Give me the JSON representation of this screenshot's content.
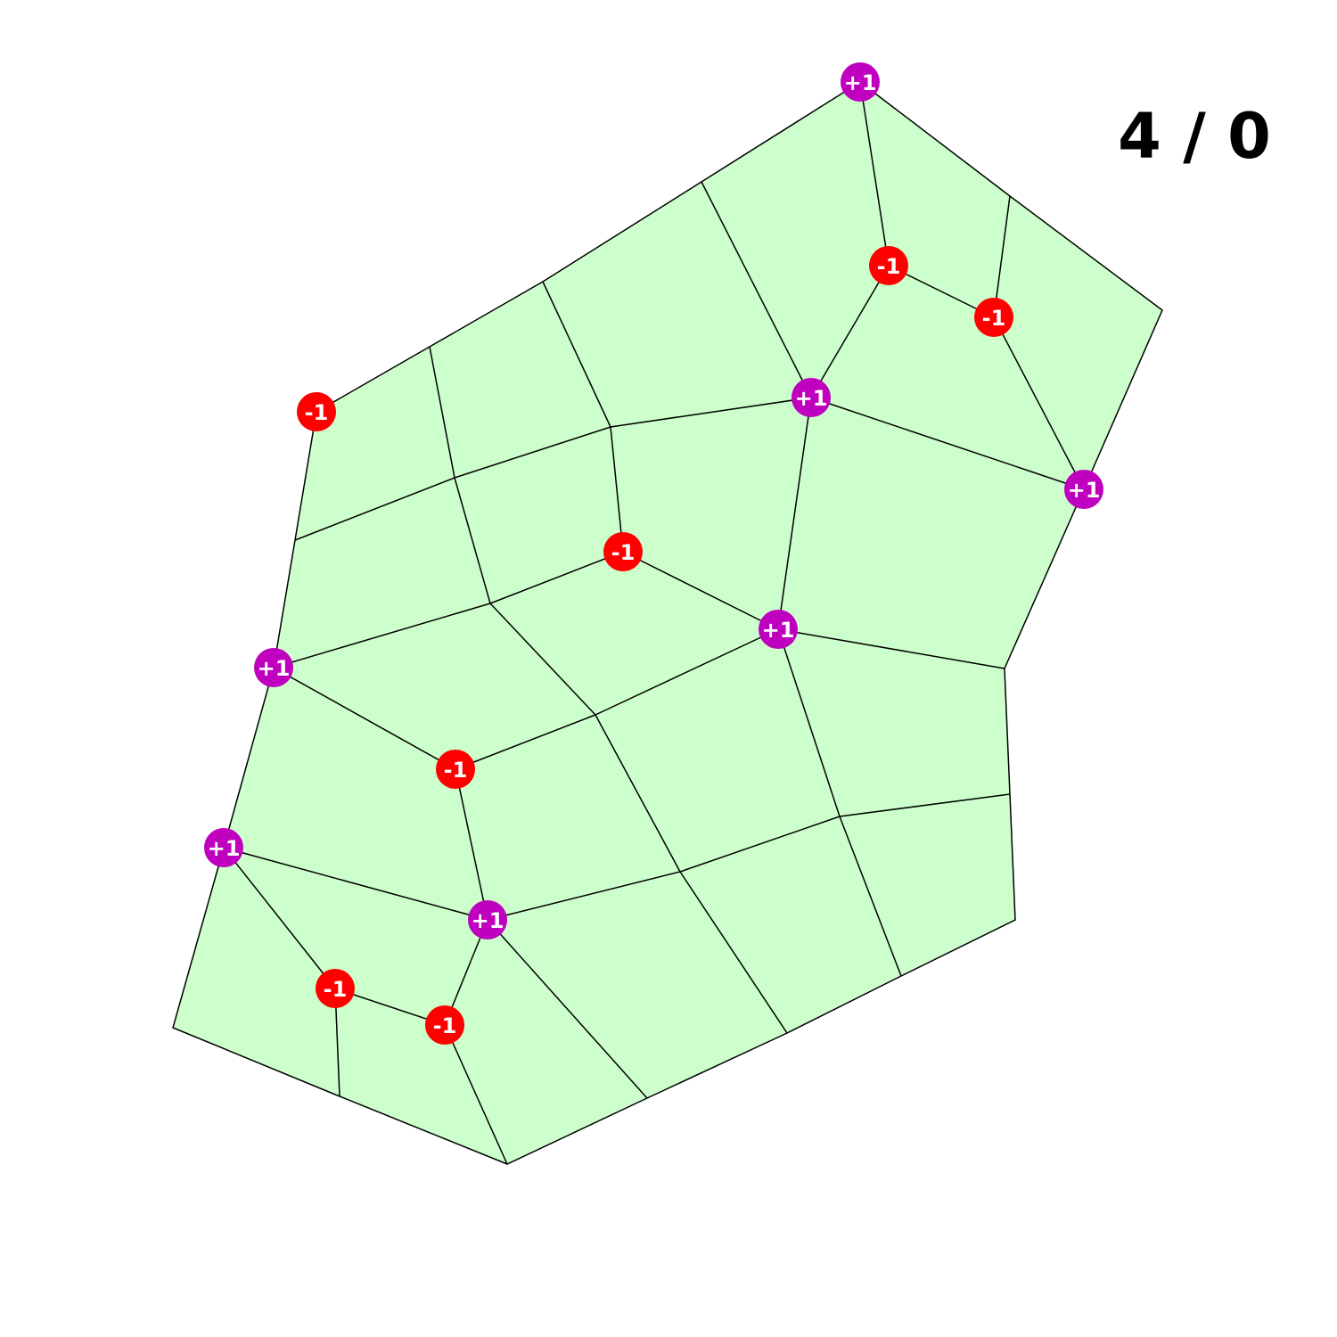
{
  "score": "4 / 0",
  "colors": {
    "fill": "#ccffcc",
    "edge": "#000000",
    "positive": "#bf00bf",
    "negative": "#ff0000",
    "label": "#ffffff"
  },
  "nodes": [
    {
      "id": "p1",
      "label": "+1",
      "sign": "positive"
    },
    {
      "id": "n1",
      "label": "-1",
      "sign": "negative"
    },
    {
      "id": "n2",
      "label": "-1",
      "sign": "negative"
    },
    {
      "id": "p2",
      "label": "+1",
      "sign": "positive"
    },
    {
      "id": "p3",
      "label": "+1",
      "sign": "positive"
    },
    {
      "id": "n3",
      "label": "-1",
      "sign": "negative"
    },
    {
      "id": "n4",
      "label": "-1",
      "sign": "negative"
    },
    {
      "id": "p4",
      "label": "+1",
      "sign": "positive"
    },
    {
      "id": "p5",
      "label": "+1",
      "sign": "positive"
    },
    {
      "id": "n5",
      "label": "-1",
      "sign": "negative"
    },
    {
      "id": "p6",
      "label": "+1",
      "sign": "positive"
    },
    {
      "id": "p7",
      "label": "+1",
      "sign": "positive"
    },
    {
      "id": "n6",
      "label": "-1",
      "sign": "negative"
    },
    {
      "id": "n7",
      "label": "-1",
      "sign": "negative"
    }
  ]
}
